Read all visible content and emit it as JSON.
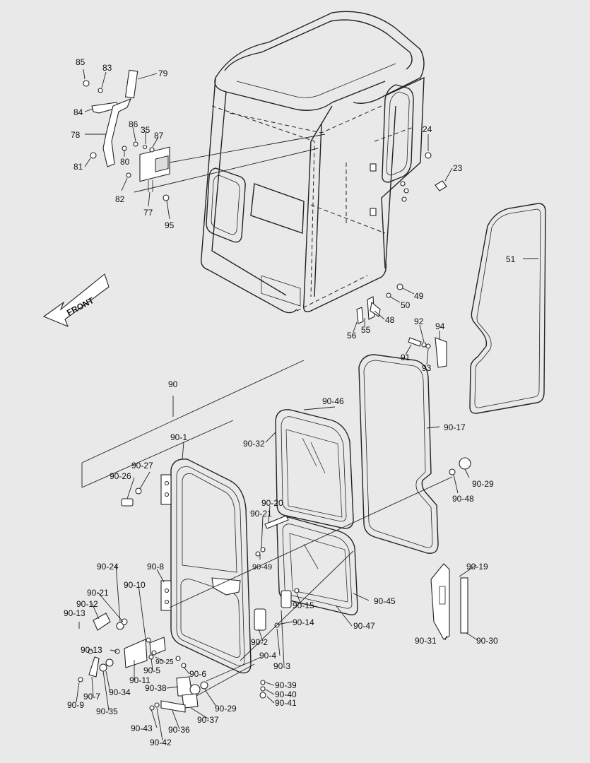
{
  "diagram": {
    "front_arrow_label": "FRONT",
    "callouts": {
      "c85": "85",
      "c83": "83",
      "c79": "79",
      "c84": "84",
      "c86": "86",
      "c35": "35",
      "c87": "87",
      "c78": "78",
      "c81": "81",
      "c80": "80",
      "c82": "82",
      "c77": "77",
      "c95": "95",
      "c24": "24",
      "c23": "23",
      "c51": "51",
      "c49": "49",
      "c50": "50",
      "c48": "48",
      "c55": "55",
      "c56": "56",
      "c92": "92",
      "c94": "94",
      "c91": "91",
      "c93": "93",
      "c90": "90",
      "c90_46": "90-46",
      "c90_32": "90-32",
      "c90_17": "90-17",
      "c90_1": "90-1",
      "c90_29a": "90-29",
      "c90_48": "90-48",
      "c90_26": "90-26",
      "c90_27": "90-27",
      "c90_20": "90-20",
      "c90_21a": "90-21",
      "c90_49": "90-49",
      "c90_24": "90-24",
      "c90_8": "90-8",
      "c90_21b": "90-21",
      "c90_10": "90-10",
      "c90_19": "90-19",
      "c90_12": "90-12",
      "c90_13a": "90-13",
      "c90_15": "90-15",
      "c90_45": "90-45",
      "c90_14": "90-14",
      "c90_47": "90-47",
      "c90_2": "90-2",
      "c90_31": "90-31",
      "c90_30": "90-30",
      "c90_13b": "90-13",
      "c90_25": "90-25",
      "c90_4": "90-4",
      "c90_5": "90-5",
      "c90_3": "90-3",
      "c90_11": "90-11",
      "c90_6": "90-6",
      "c90_7": "90-7",
      "c90_34": "90-34",
      "c90_38": "90-38",
      "c90_39": "90-39",
      "c90_40": "90-40",
      "c90_9": "90-9",
      "c90_41": "90-41",
      "c90_35": "90-35",
      "c90_29b": "90-29",
      "c90_37": "90-37",
      "c90_43": "90-43",
      "c90_36": "90-36",
      "c90_42": "90-42"
    }
  }
}
